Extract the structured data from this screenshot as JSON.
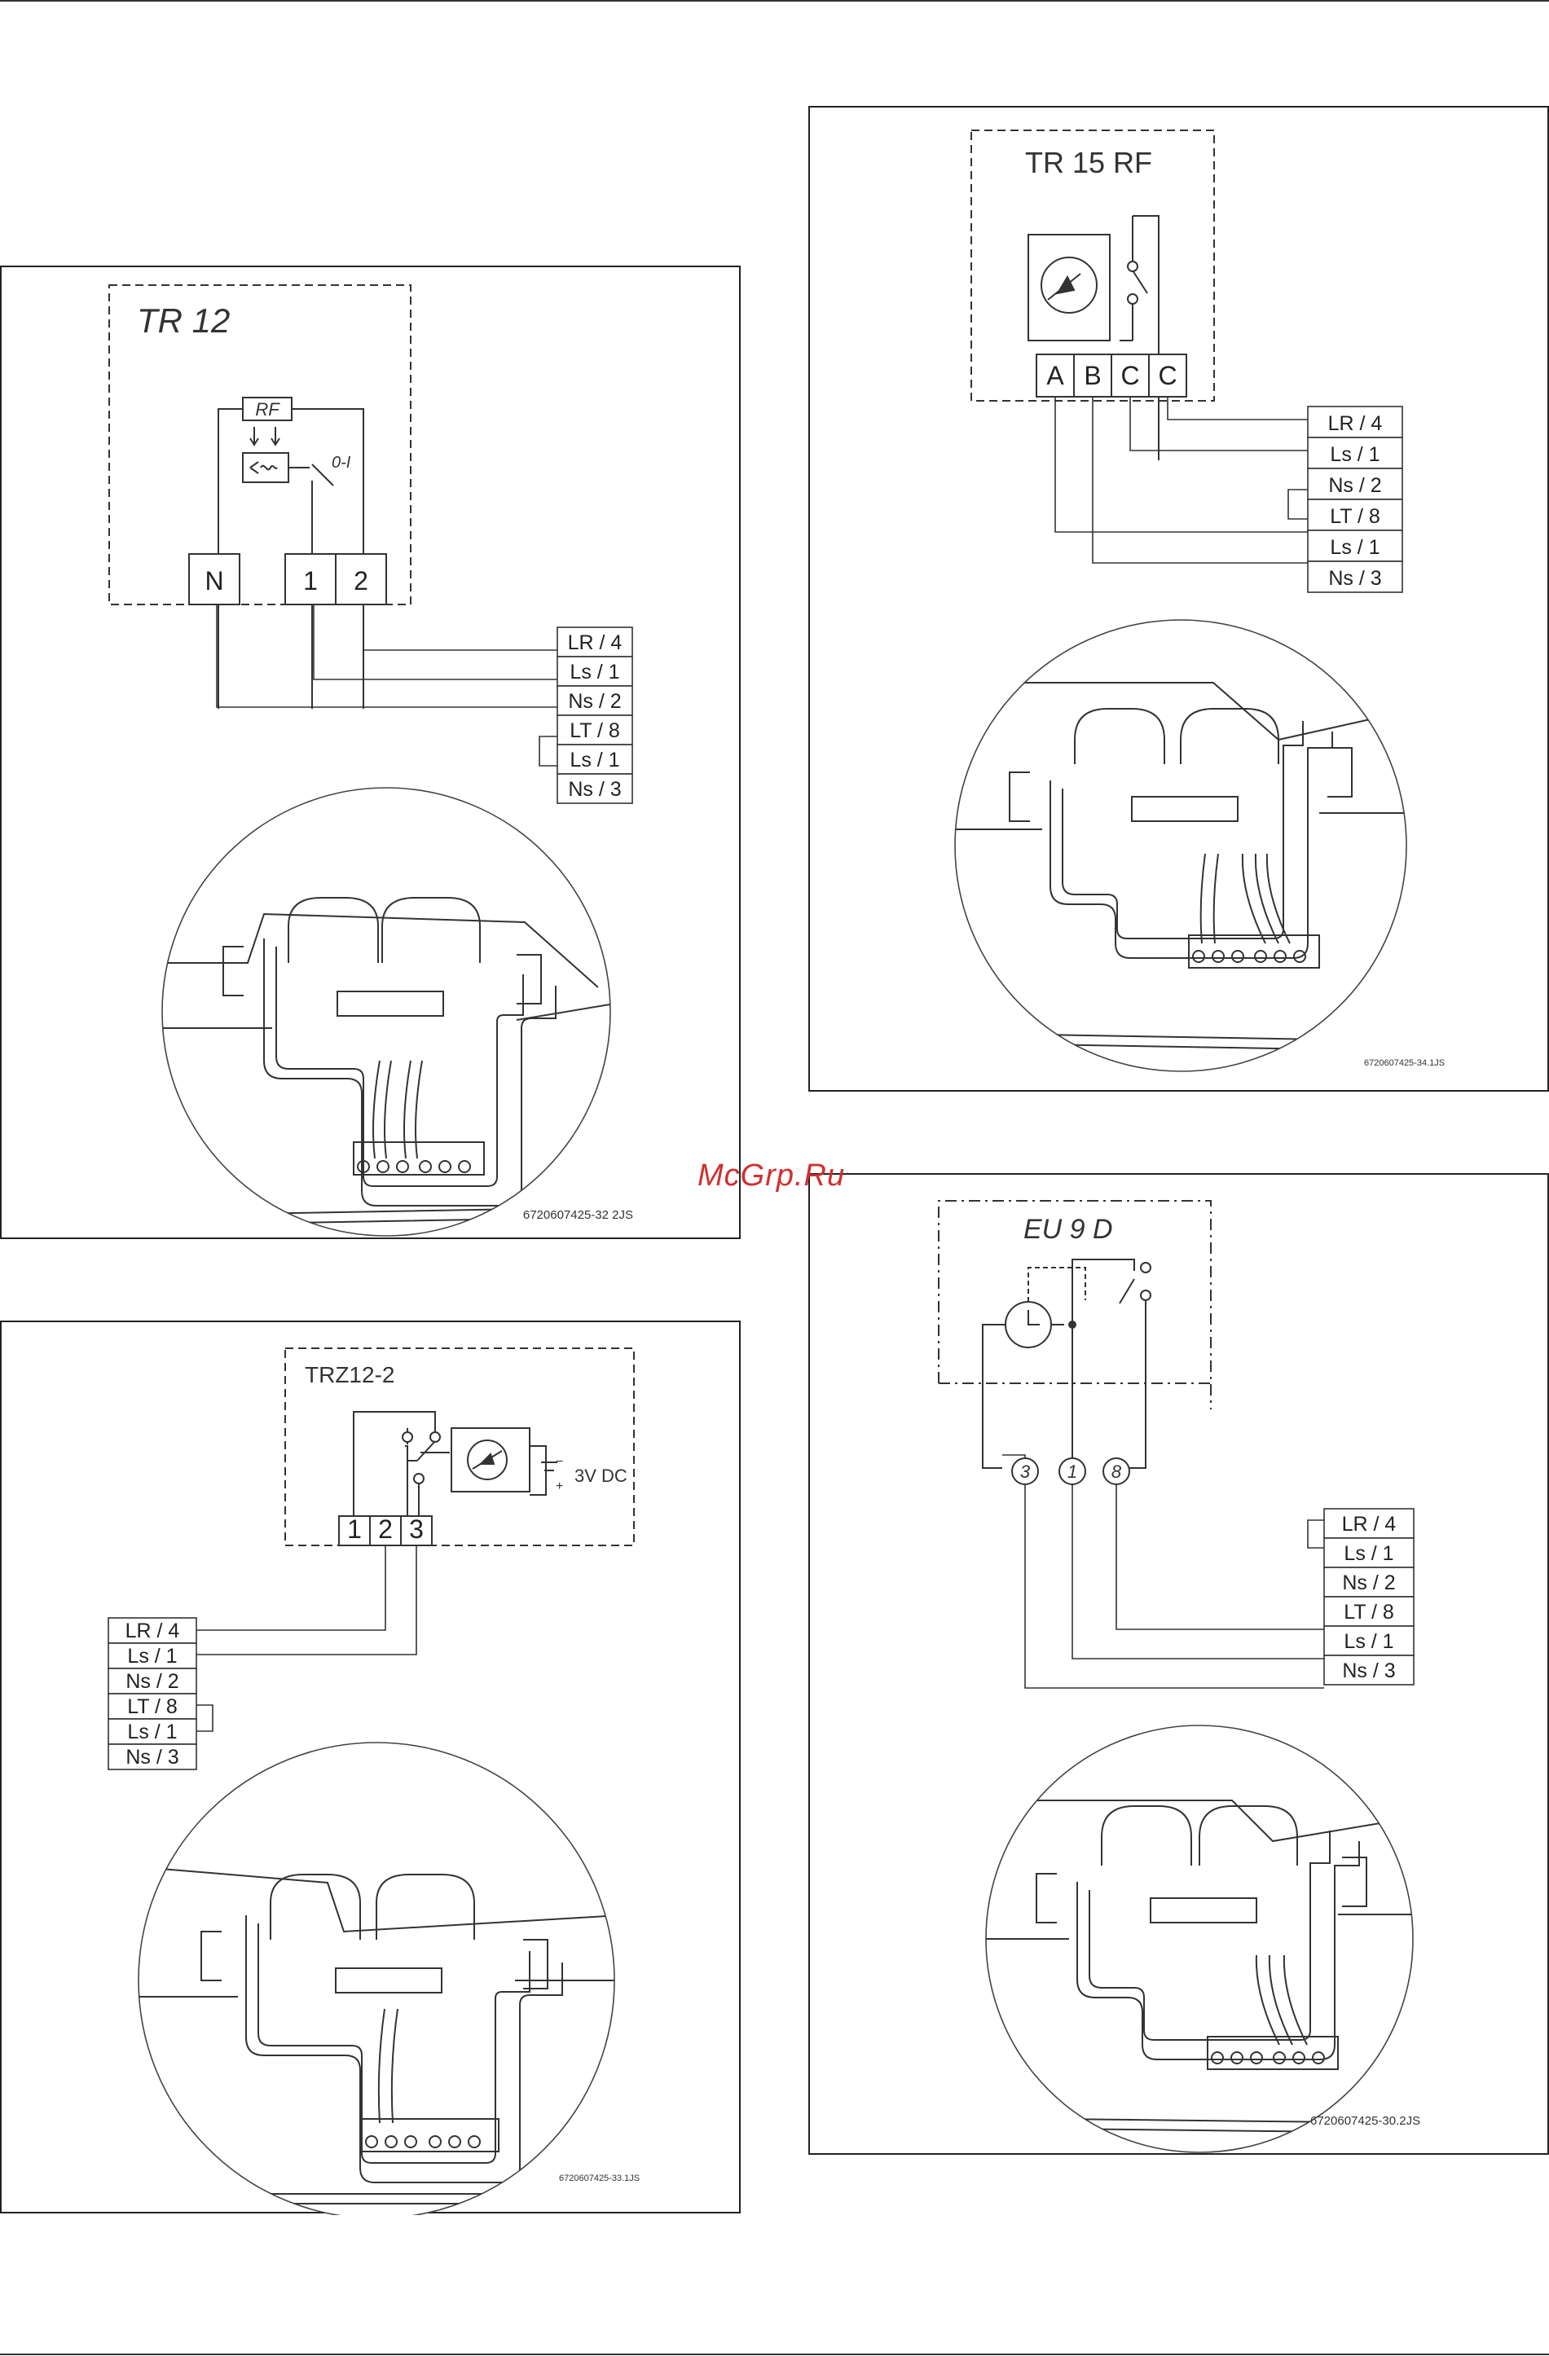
{
  "watermark": "McGrp.Ru",
  "terminal_block": [
    "LR / 4",
    "Ls / 1",
    "Ns / 2",
    "LT / 8",
    "Ls / 1",
    "Ns / 3"
  ],
  "tr12": {
    "title": "TR 12",
    "rf_label": "RF",
    "switch_label": "0-I",
    "terminals": [
      "N",
      "1",
      "2"
    ],
    "code": "6720607425-32 2JS"
  },
  "tr15rf": {
    "title": "TR 15 RF",
    "terminals": [
      "A",
      "B",
      "C",
      "C"
    ],
    "code": "6720607425-34.1JS"
  },
  "trz12": {
    "title": "TRZ12-2",
    "terminals": [
      "1",
      "2",
      "3"
    ],
    "supply_label": "3V DC",
    "minus": "−",
    "plus": "+",
    "code": "6720607425-33.1JS"
  },
  "eu9d": {
    "title": "EU 9 D",
    "terminals": [
      "3",
      "1",
      "8"
    ],
    "code": "6720607425-30.2JS"
  }
}
